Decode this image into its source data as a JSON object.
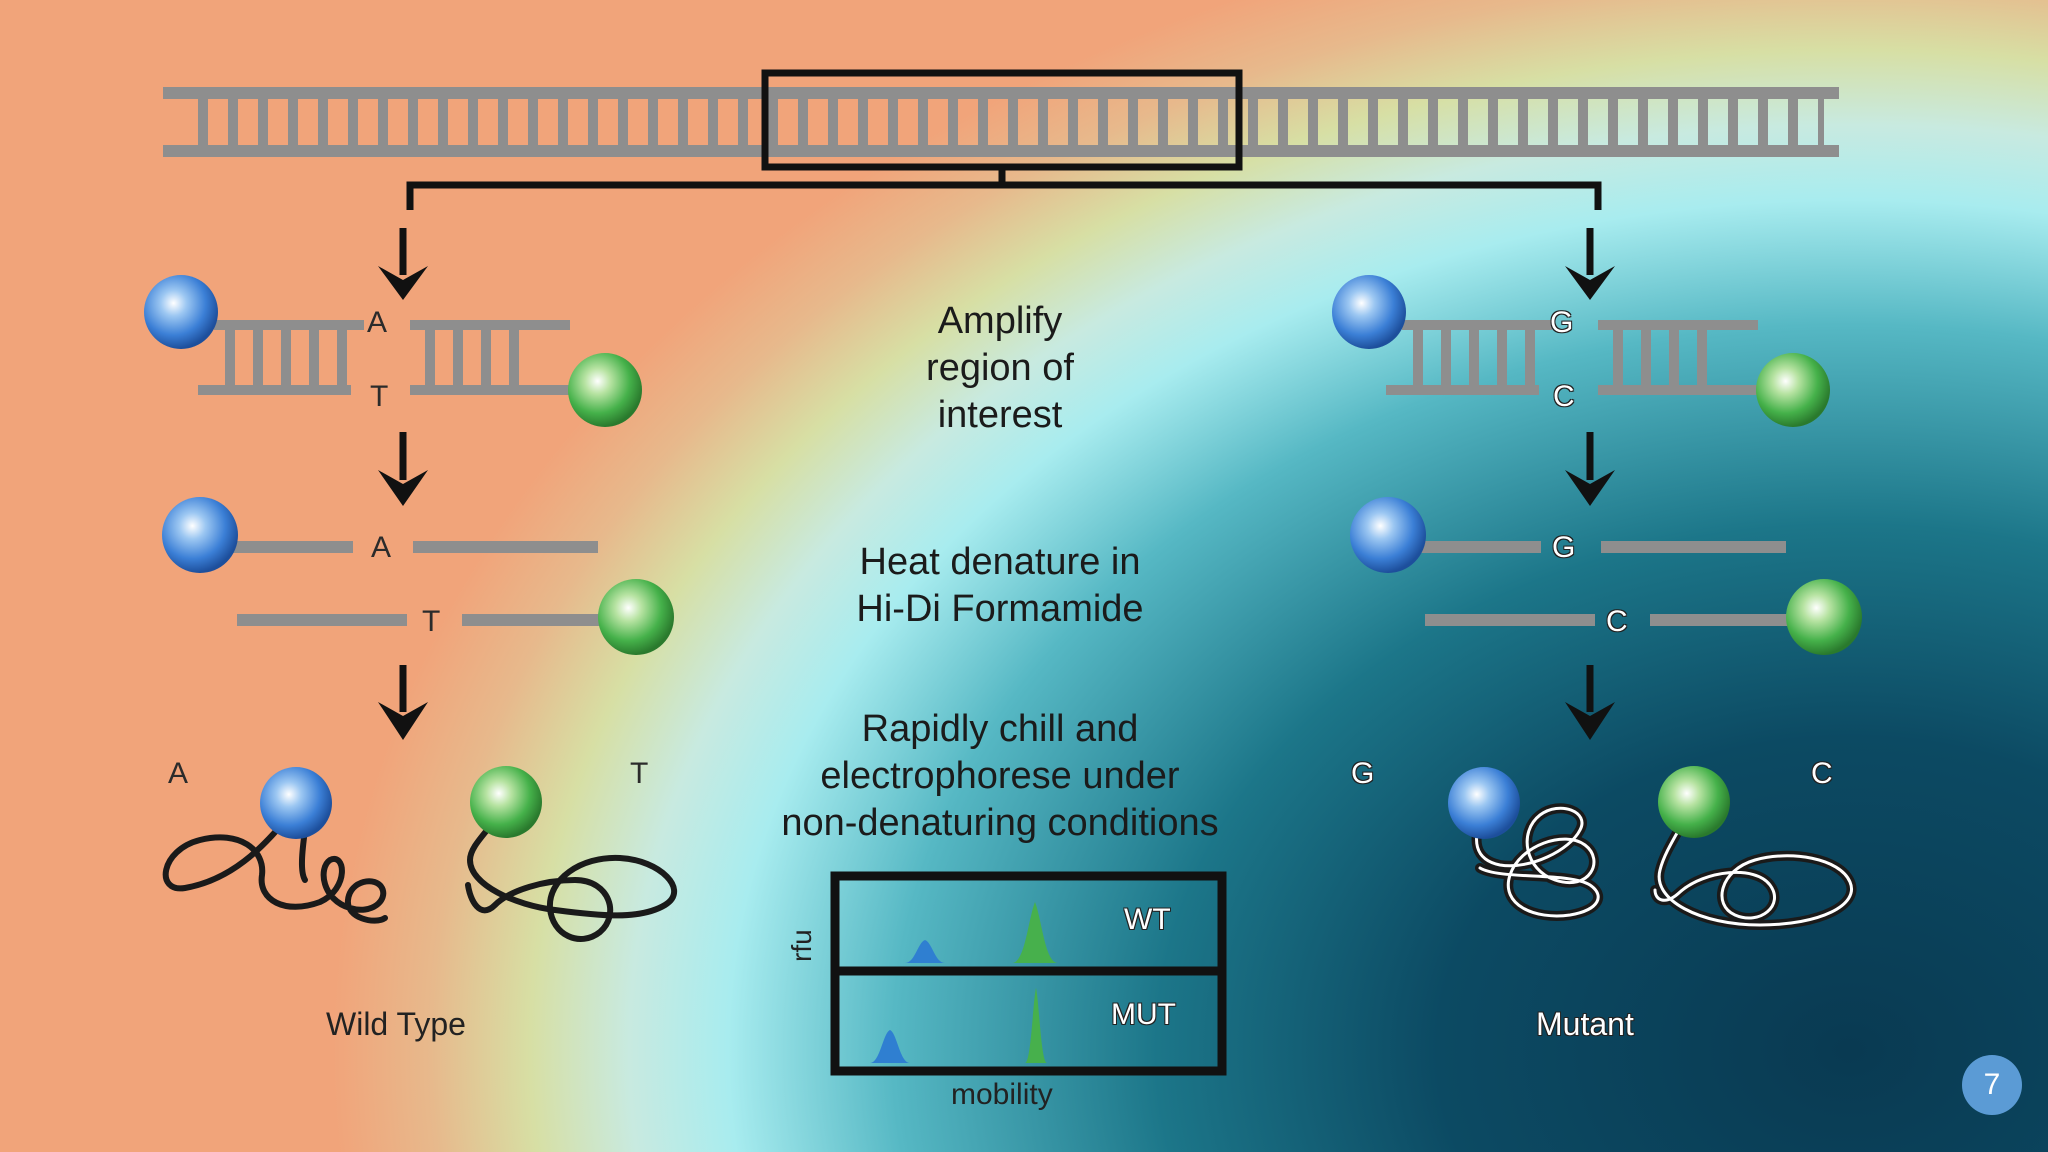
{
  "steps": {
    "amplify": "Amplify\nregion of\ninterest",
    "denature": "Heat denature in\nHi-Di Formamide",
    "chill": "Rapidly chill and\nelectrophorese under\nnon-denaturing conditions"
  },
  "wild_type": {
    "top_base": "A",
    "bottom_base": "T",
    "label": "Wild Type"
  },
  "mutant": {
    "top_base": "G",
    "bottom_base": "C",
    "label": "Mutant"
  },
  "plot": {
    "row1_label": "WT",
    "row2_label": "MUT",
    "y_label": "rfu",
    "x_label": "mobility"
  },
  "colors": {
    "blue_dye": "#3b7fd6",
    "green_dye": "#45b14a",
    "strand": "#8e8e8e",
    "outline": "#1a1a1a"
  },
  "page_number": "7"
}
